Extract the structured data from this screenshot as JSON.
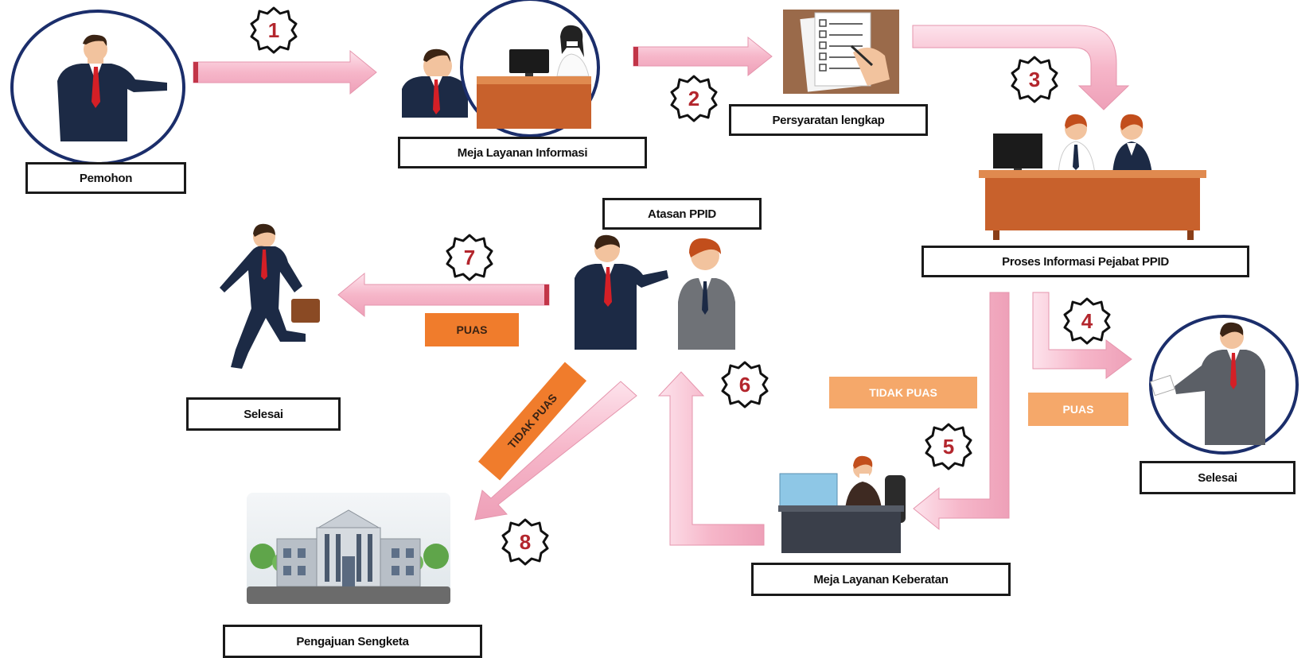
{
  "labels": {
    "pemohon": "Pemohon",
    "meja_layanan_informasi": "Meja Layanan Informasi",
    "persyaratan_lengkap": "Persyaratan lengkap",
    "proses_informasi": "Proses Informasi Pejabat PPID",
    "atasan_ppid": "Atasan PPID",
    "selesai_left": "Selesai",
    "selesai_right": "Selesai",
    "meja_layanan_keberatan": "Meja Layanan Keberatan",
    "pengajuan_sengketa": "Pengajuan Sengketa"
  },
  "tags": {
    "puas_left": "PUAS",
    "tidak_puas_diag": "TIDAK PUAS",
    "tidak_puas_right": "TIDAK PUAS",
    "puas_right": "PUAS"
  },
  "steps": [
    "1",
    "2",
    "3",
    "4",
    "5",
    "6",
    "7",
    "8"
  ],
  "colors": {
    "arrow_fill": "#f6b6c9",
    "arrow_stroke": "#e595ad",
    "arrow_tail": "#c23548",
    "step_number": "#b3262d",
    "tag_orange": "#f5a86a",
    "tag_orange_dark": "#f07c2c",
    "desk": "#c8612c",
    "suit": "#1c2a45",
    "tie": "#d41f26",
    "circle_border": "#1b2e6b"
  }
}
